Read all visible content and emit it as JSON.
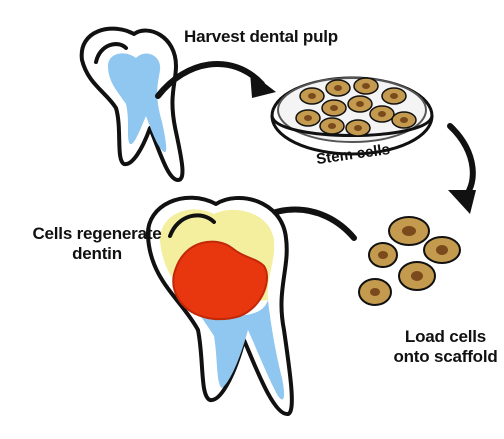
{
  "labels": {
    "harvest": "Harvest dental pulp",
    "stem_cells": "Stem cells",
    "regenerate_line1": "Cells regenerate",
    "regenerate_line2": "dentin",
    "load_line1": "Load cells",
    "load_line2": "onto scaffold"
  },
  "colors": {
    "outline": "#111111",
    "pulp_blue": "#8fc7f0",
    "pulp_pale": "#dcefff",
    "cell_fill": "#c49a4e",
    "cell_nucleus": "#7a4a1c",
    "dentin_yellow": "#f3ef9f",
    "regen_red": "#e8360f"
  }
}
